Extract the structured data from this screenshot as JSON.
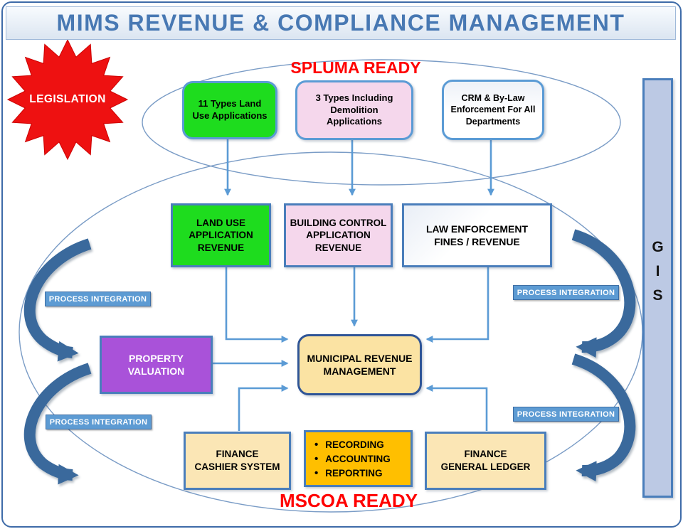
{
  "header": {
    "title": "MIMS REVENUE & COMPLIANCE MANAGEMENT"
  },
  "badges": {
    "legislation": "LEGISLATION",
    "spluma_ready": "SPLUMA READY",
    "mscoa_ready": "MSCOA READY"
  },
  "icons": {
    "bullet": "•"
  },
  "gis_bar": {
    "letters": [
      "G",
      "I",
      "S"
    ]
  },
  "process_integration": {
    "label": "PROCESS INTEGRATION",
    "count": 4
  },
  "top_row": [
    {
      "label": "11 Types Land\nUse Applications",
      "fill": "#1edc1e"
    },
    {
      "label": "3 Types Including\nDemolition\nApplications",
      "fill": "#f5d7ec"
    },
    {
      "label": "CRM & By-Law\nEnforcement For All\nDepartments",
      "fill": "#ffffff"
    }
  ],
  "mid_row": [
    {
      "label": "LAND USE\nAPPLICATION\nREVENUE",
      "fill": "#1edc1e"
    },
    {
      "label": "BUILDING CONTROL\nAPPLICATION\nREVENUE",
      "fill": "#f5d7ec"
    },
    {
      "label": "LAW ENFORCEMENT\nFINES / REVENUE",
      "fill": "#ffffff"
    }
  ],
  "center": {
    "property": {
      "label": "PROPERTY\nVALUATION",
      "fill": "#a952d9"
    },
    "municipal": {
      "label": "MUNICIPAL REVENUE\nMANAGEMENT",
      "fill": "#fbe3a3"
    }
  },
  "bottom_row": {
    "cashier": {
      "label": "FINANCE\nCASHIER SYSTEM",
      "fill": "#fbe6b5"
    },
    "process_list": {
      "items": [
        "RECORDING",
        "ACCOUNTING",
        "REPORTING"
      ],
      "fill": "#ffbf00"
    },
    "ledger": {
      "label": "FINANCE\nGENERAL LEDGER",
      "fill": "#fbe6b5"
    }
  },
  "colors": {
    "title_text": "#4778b3",
    "red_accent": "#ff0000",
    "legislation_star": "#ee1111",
    "green_box": "#1edc1e",
    "pink_box": "#f5d7ec",
    "cream_box": "#fbe6b5",
    "gold_box": "#fbe3a3",
    "orange_box": "#ffbf00",
    "purple_box": "#a952d9",
    "gis_bar_fill": "#bcc9e4",
    "process_label_bg": "#5d9bd3",
    "connector_blue": "#5b9bd5",
    "curved_arrow_blue": "#3a699c",
    "box_border_blue": "#4a7ebb",
    "ellipse_stroke": "#7a9cc6"
  }
}
